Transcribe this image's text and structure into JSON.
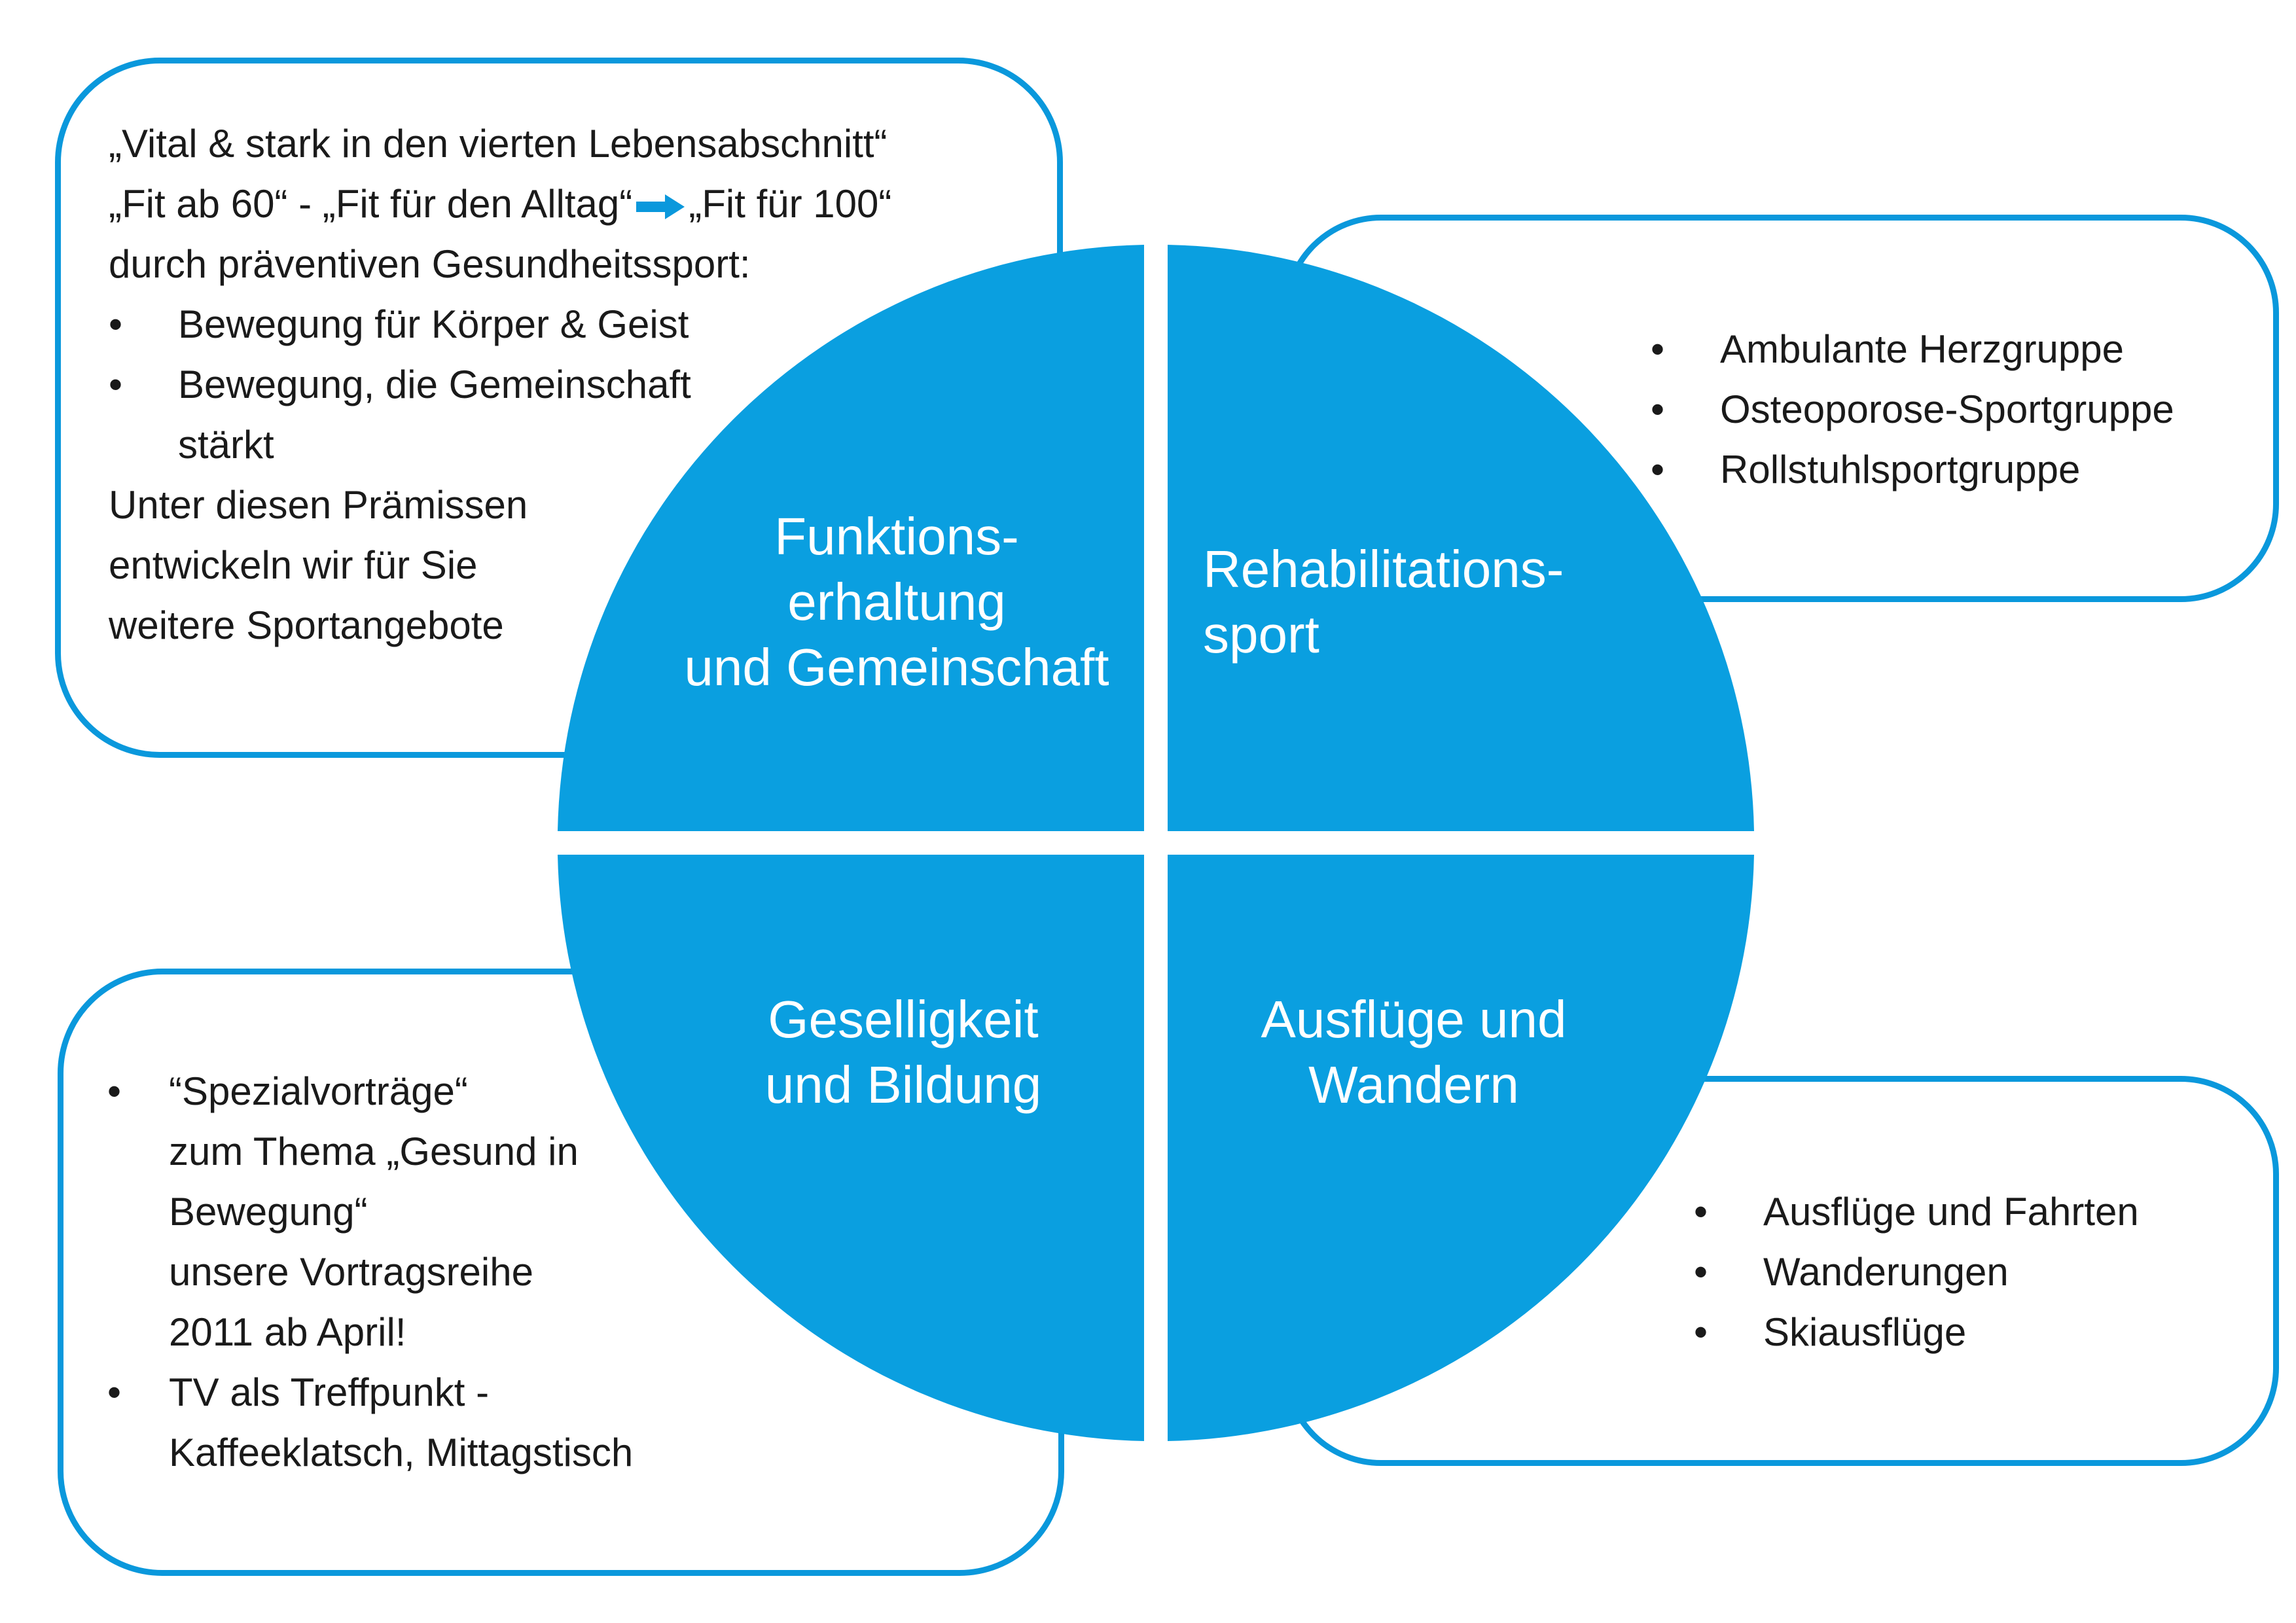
{
  "colors": {
    "accent": "#0a98dc",
    "quadrant": "#0a9fe0",
    "text": "#1a1a1a",
    "background": "#ffffff"
  },
  "quadrants": {
    "top_left": {
      "lines": [
        "Funktions-",
        "erhaltung",
        "und Gemeinschaft"
      ]
    },
    "top_right": {
      "lines": [
        "Rehabilitations-",
        "sport"
      ]
    },
    "bottom_left": {
      "lines": [
        "Geselligkeit",
        "und Bildung"
      ]
    },
    "bottom_right": {
      "lines": [
        "Ausflüge und",
        "Wandern"
      ]
    }
  },
  "boxes": {
    "top_left": {
      "line1": "„Vital & stark in den vierten Lebensabschnitt“",
      "line2_a": "„Fit ab 60“ - „Fit für den Alltag“",
      "line2_arrow_icon": "arrow-right-icon",
      "line2_b": "„Fit für 100“",
      "line3": "durch präventiven Gesundheitssport:",
      "bullet1": "Bewegung für Körper & Geist",
      "bullet2_line1": "Bewegung, die Gemeinschaft",
      "bullet2_line2": "stärkt",
      "closing": [
        "Unter diesen Prämissen",
        "entwickeln wir für Sie",
        "weitere Sportangebote"
      ]
    },
    "top_right": {
      "bullets": [
        "Ambulante Herzgruppe",
        "Osteoporose-Sportgruppe",
        "Rollstuhlsportgruppe"
      ]
    },
    "bottom_left": {
      "bullet1_lines": [
        "“Spezialvorträge“",
        "zum Thema „Gesund in",
        "Bewegung“",
        "unsere Vortragsreihe",
        "2011 ab April!"
      ],
      "bullet2_lines": [
        "TV als Treffpunkt -",
        "Kaffeeklatsch, Mittagstisch"
      ]
    },
    "bottom_right": {
      "bullets": [
        "Ausflüge und Fahrten",
        "Wanderungen",
        "Skiausflüge"
      ]
    }
  }
}
